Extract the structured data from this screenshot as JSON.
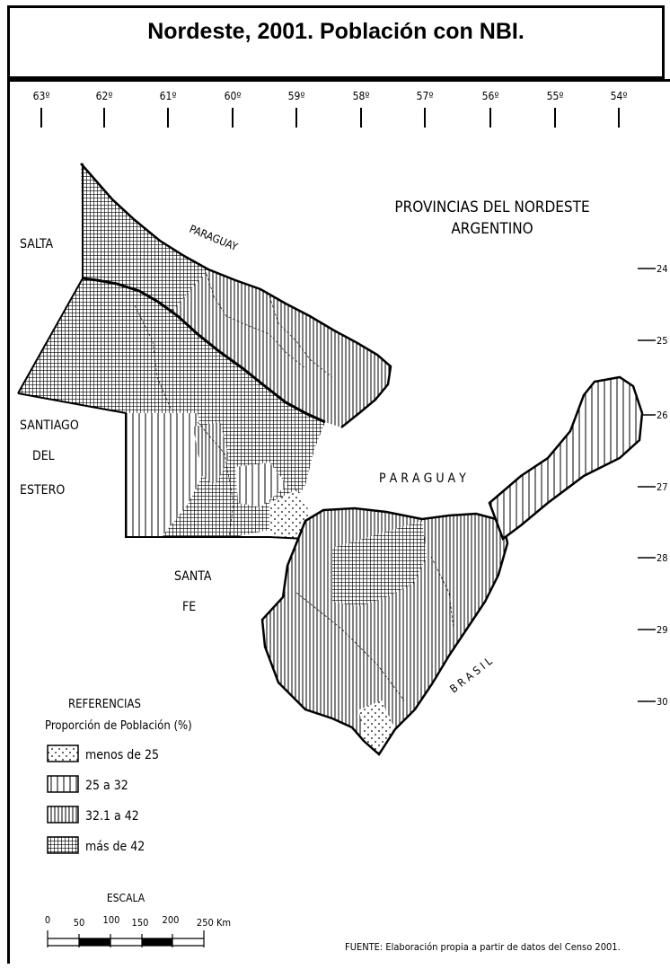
{
  "title": "Nordeste, 2001. Población con NBI.",
  "longitudes": [
    "63º",
    "62º",
    "61º",
    "60º",
    "59º",
    "58º",
    "57º",
    "56º",
    "55º",
    "54º"
  ],
  "latitudes": [
    "24",
    "25",
    "26",
    "27",
    "28",
    "29",
    "30"
  ],
  "map_title": {
    "line1": "PROVINCIAS DEL NORDESTE",
    "line2": "ARGENTINO"
  },
  "regions": {
    "salta": "SALTA",
    "paraguay_north": "PARAGUAY",
    "paraguay_south": "P A R A G U A Y",
    "santiago": "SANTIAGO",
    "del": "DEL",
    "estero": "ESTERO",
    "santa": "SANTA",
    "fe": "FE",
    "brasil": "B R A S I L"
  },
  "legend": {
    "heading": "REFERENCIAS",
    "subheading": "Proporción de Población (%)",
    "items": [
      {
        "label": "menos de 25",
        "pattern": "dots"
      },
      {
        "label": "25 a 32",
        "pattern": "wide-lines"
      },
      {
        "label": "32.1 a 42",
        "pattern": "narrow-lines"
      },
      {
        "label": "más de 42",
        "pattern": "grid"
      }
    ]
  },
  "scale": {
    "label": "ESCALA",
    "ticks": [
      "0",
      "50",
      "100",
      "150",
      "200",
      "250 Km"
    ]
  },
  "source": "FUENTE: Elaboración propia a partir de datos del Censo 2001."
}
